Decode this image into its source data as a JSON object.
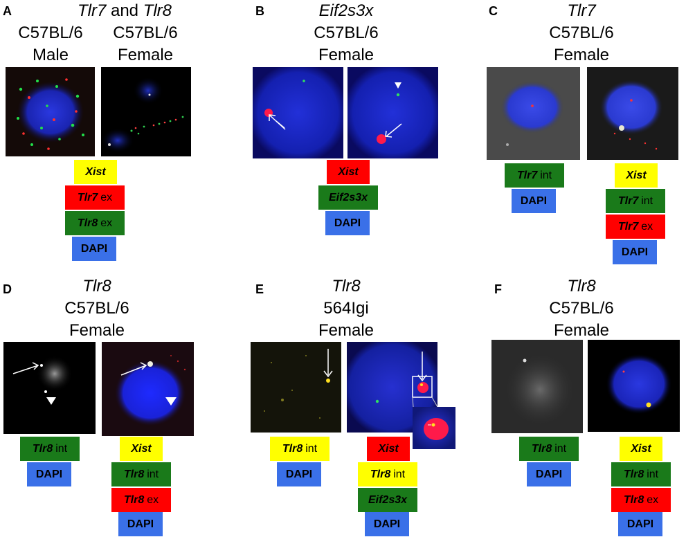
{
  "panels": {
    "A": {
      "letter": "A",
      "title_gene1": "Tlr7",
      "title_and": " and ",
      "title_gene2": "Tlr8",
      "left_line1": "C57BL/6",
      "left_line2": "Male",
      "right_line1": "C57BL/6",
      "right_line2": "Female",
      "legend": [
        {
          "gene": "Xist",
          "suffix": "",
          "color": "yellow"
        },
        {
          "gene": "Tlr7",
          "suffix": "ex",
          "color": "red"
        },
        {
          "gene": "Tlr8",
          "suffix": "ex",
          "color": "green"
        },
        {
          "gene": "",
          "suffix": "DAPI",
          "color": "blue"
        }
      ]
    },
    "B": {
      "letter": "B",
      "gene": "Eif2s3x",
      "line2": "C57BL/6",
      "line3": "Female",
      "legend": [
        {
          "gene": "Xist",
          "suffix": "",
          "color": "red"
        },
        {
          "gene": "Eif2s3x",
          "suffix": "",
          "color": "green"
        },
        {
          "gene": "",
          "suffix": "DAPI",
          "color": "blue"
        }
      ]
    },
    "C": {
      "letter": "C",
      "gene": "Tlr7",
      "line2": "C57BL/6",
      "line3": "Female",
      "legend_left": [
        {
          "gene": "Tlr7",
          "suffix": "int",
          "color": "green"
        },
        {
          "gene": "",
          "suffix": "DAPI",
          "color": "blue"
        }
      ],
      "legend_right": [
        {
          "gene": "Xist",
          "suffix": "",
          "color": "yellow"
        },
        {
          "gene": "Tlr7",
          "suffix": "int",
          "color": "green"
        },
        {
          "gene": "Tlr7",
          "suffix": "ex",
          "color": "red"
        },
        {
          "gene": "",
          "suffix": "DAPI",
          "color": "blue"
        }
      ]
    },
    "D": {
      "letter": "D",
      "gene": "Tlr8",
      "line2": "C57BL/6",
      "line3": "Female",
      "legend_left": [
        {
          "gene": "Tlr8",
          "suffix": "int",
          "color": "green"
        },
        {
          "gene": "",
          "suffix": "DAPI",
          "color": "blue"
        }
      ],
      "legend_right": [
        {
          "gene": "Xist",
          "suffix": "",
          "color": "yellow"
        },
        {
          "gene": "Tlr8",
          "suffix": "int",
          "color": "green"
        },
        {
          "gene": "Tlr8",
          "suffix": "ex",
          "color": "red"
        },
        {
          "gene": "",
          "suffix": "DAPI",
          "color": "blue"
        }
      ]
    },
    "E": {
      "letter": "E",
      "gene": "Tlr8",
      "line2": "564Igi",
      "line3": "Female",
      "legend_left": [
        {
          "gene": "Tlr8",
          "suffix": "int",
          "color": "yellow"
        },
        {
          "gene": "",
          "suffix": "DAPI",
          "color": "blue"
        }
      ],
      "legend_right": [
        {
          "gene": "Xist",
          "suffix": "",
          "color": "red"
        },
        {
          "gene": "Tlr8",
          "suffix": "int",
          "color": "yellow"
        },
        {
          "gene": "Eif2s3x",
          "suffix": "",
          "color": "green"
        },
        {
          "gene": "",
          "suffix": "DAPI",
          "color": "blue"
        }
      ]
    },
    "F": {
      "letter": "F",
      "gene": "Tlr8",
      "line2": "C57BL/6",
      "line3": "Female",
      "legend_left": [
        {
          "gene": "Tlr8",
          "suffix": "int",
          "color": "green"
        },
        {
          "gene": "",
          "suffix": "DAPI",
          "color": "blue"
        }
      ],
      "legend_right": [
        {
          "gene": "Xist",
          "suffix": "",
          "color": "yellow"
        },
        {
          "gene": "Tlr8",
          "suffix": "int",
          "color": "green"
        },
        {
          "gene": "Tlr8",
          "suffix": "ex",
          "color": "red"
        },
        {
          "gene": "",
          "suffix": "DAPI",
          "color": "blue"
        }
      ]
    }
  },
  "colors": {
    "yellow": "#ffff00",
    "red": "#ff0000",
    "green": "#1a7a1a",
    "blue": "#3a70e8",
    "dapi_nucleus": "#1a2bd0"
  }
}
